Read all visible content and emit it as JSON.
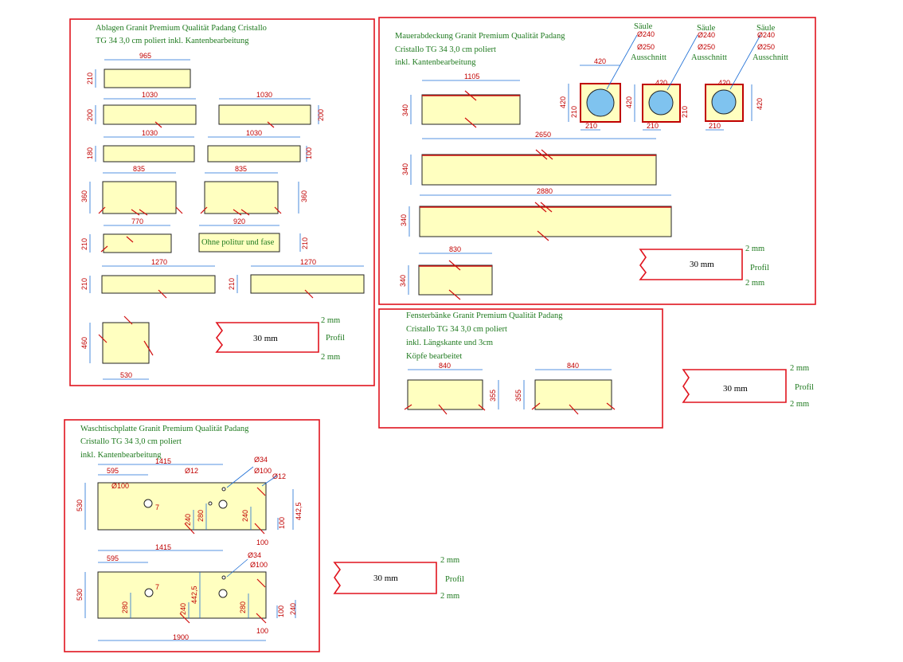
{
  "sections": {
    "ablagen": {
      "title1": "Ablagen Granit Premium Qualität Padang Cristallo",
      "title2": "TG 34 3,0 cm poliert inkl. Kantenbearbeitung",
      "note": "Ohne politur und fase"
    },
    "mauer": {
      "title1": "Mauerabdeckung Granit Premium Qualität Padang",
      "title2": "Cristallo TG 34 3,0 cm poliert",
      "title3": "inkl. Kantenbearbeitung"
    },
    "fenster": {
      "title1": "Fensterbänke Granit Premium Qualität Padang",
      "title2": "Cristallo TG 34 3,0 cm poliert",
      "title3": "inkl. Längskante und 3cm",
      "title4": "Köpfe bearbeitet"
    },
    "wasch": {
      "title1": "Waschtischplatte Granit Premium Qualität Padang",
      "title2": "Cristallo TG 34 3,0 cm poliert",
      "title3": "inkl. Kantenbearbeitung"
    }
  },
  "profile": {
    "thickness": "30 mm",
    "edge": "2 mm",
    "label": "Profil"
  },
  "saeule": {
    "s1": "Säule",
    "d1": "Ø240",
    "d2": "Ø250",
    "s2": "Ausschnitt"
  },
  "dims": {
    "a965": "965",
    "a210": "210",
    "a1030": "1030",
    "a200": "200",
    "a180": "180",
    "a100": "100",
    "a835": "835",
    "a360": "360",
    "a770": "770",
    "a920": "920",
    "a1270": "1270",
    "a460": "460",
    "a530": "530",
    "m1105": "1105",
    "m340": "340",
    "m2650": "2650",
    "m2880": "2880",
    "m830": "830",
    "m420": "420",
    "m210": "210",
    "f840": "840",
    "f355": "355",
    "w1415": "1415",
    "w595": "595",
    "w1900": "1900",
    "w530": "530",
    "wd100": "Ø100",
    "wd12": "Ø12",
    "wd34": "Ø34",
    "w280": "280",
    "w240": "240",
    "w442": "442,5",
    "w100": "100",
    "w7": "7"
  }
}
